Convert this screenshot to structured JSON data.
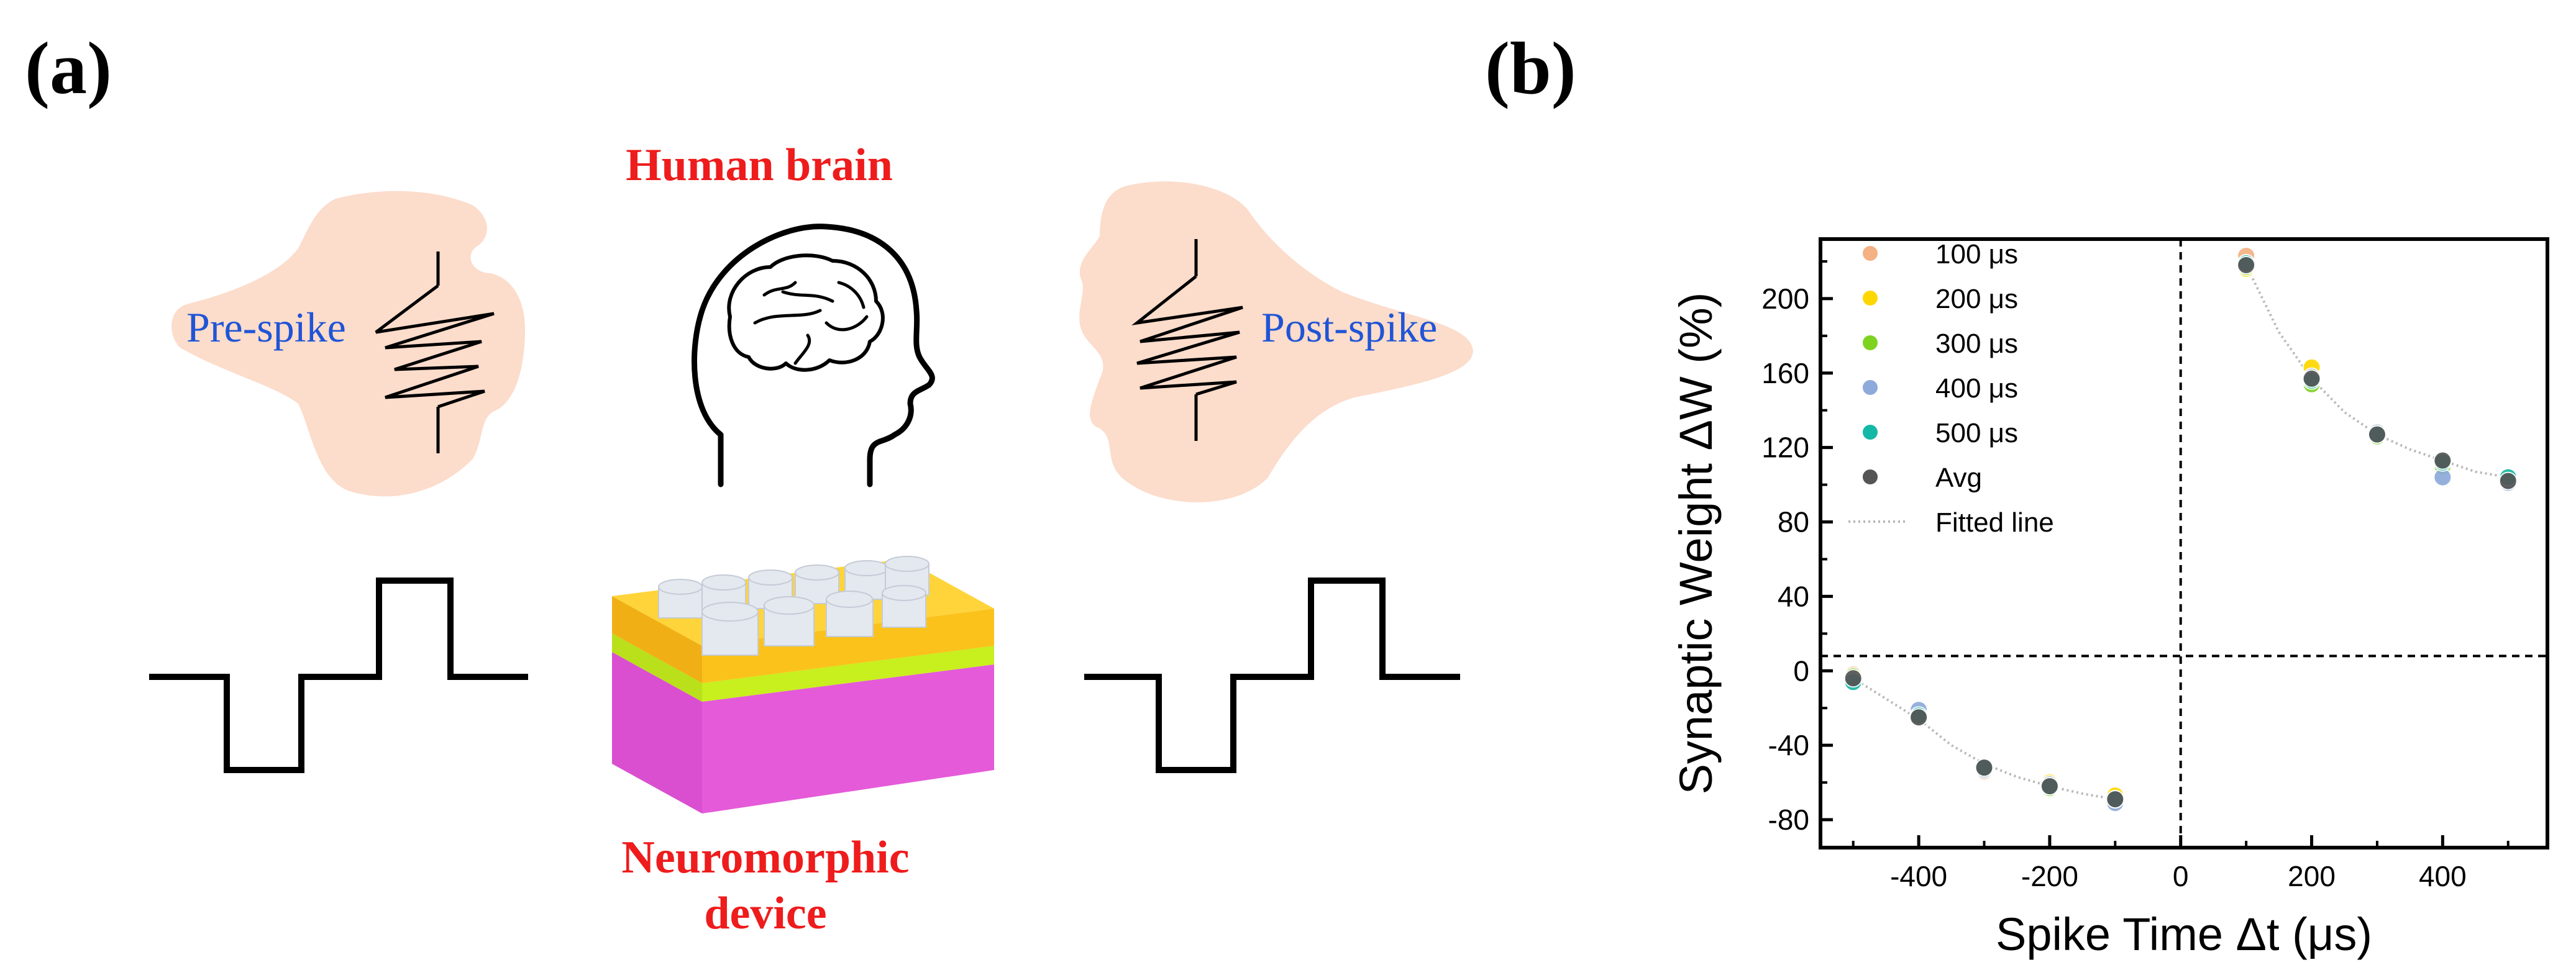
{
  "panel_a": {
    "label": "(a)",
    "human_brain": "Human brain",
    "pre_spike": "Pre-spike",
    "post_spike": "Post-spike",
    "device_line1": "Neuromorphic",
    "device_line2": "device"
  },
  "panel_b": {
    "label": "(b)"
  },
  "colors": {
    "neuron": "#fcdccb",
    "device_top": "#fbc21c",
    "device_mid": "#c8ef1e",
    "device_bottom": "#e55ad8",
    "electrode": "#e4e8ef",
    "caption_red": "#ee1c1c",
    "caption_blue": "#1f55d6"
  },
  "chart_data": {
    "type": "scatter",
    "xlabel": "Spike Time Δt (μs)",
    "ylabel": "Synaptic Weight ΔW (%)",
    "xlim": [
      -550,
      560
    ],
    "ylim": [
      -95,
      232
    ],
    "xticks": [
      -400,
      -200,
      0,
      200,
      400
    ],
    "yticks": [
      -80,
      -40,
      0,
      40,
      80,
      120,
      160,
      200
    ],
    "reference_lines": {
      "x": 0,
      "y": 8
    },
    "legend_placement": "top-left",
    "series": [
      {
        "name": "100 μs",
        "color": "#f4b183",
        "x": [
          -500,
          -400,
          -300,
          -200,
          -100,
          100,
          200,
          300,
          400,
          500
        ],
        "y": [
          -2,
          -24,
          -54,
          -62,
          -70,
          223,
          157,
          127,
          113,
          102
        ]
      },
      {
        "name": "200 μs",
        "color": "#ffd700",
        "x": [
          -500,
          -400,
          -300,
          -200,
          -100,
          100,
          200,
          300,
          400,
          500
        ],
        "y": [
          -4,
          -23,
          -52,
          -60,
          -67,
          216,
          163,
          128,
          112,
          103
        ]
      },
      {
        "name": "300 μs",
        "color": "#7ed321",
        "x": [
          -500,
          -400,
          -300,
          -200,
          -100,
          100,
          200,
          300,
          400,
          500
        ],
        "y": [
          -3,
          -25,
          -53,
          -63,
          -69,
          217,
          154,
          126,
          110,
          102
        ]
      },
      {
        "name": "400 μs",
        "color": "#8eaadb",
        "x": [
          -500,
          -400,
          -300,
          -200,
          -100,
          100,
          200,
          300,
          400,
          500
        ],
        "y": [
          -5,
          -21,
          -53,
          -61,
          -71,
          218,
          158,
          128,
          104,
          101
        ]
      },
      {
        "name": "500 μs",
        "color": "#14b8a6",
        "x": [
          -500,
          -400,
          -300,
          -200,
          -100,
          100,
          200,
          300,
          400,
          500
        ],
        "y": [
          -6,
          -24,
          -52,
          -62,
          -69,
          219,
          156,
          127,
          112,
          104
        ]
      },
      {
        "name": "Avg",
        "color": "#555555",
        "x": [
          -500,
          -400,
          -300,
          -200,
          -100,
          100,
          200,
          300,
          400,
          500
        ],
        "y": [
          -4,
          -25,
          -52,
          -62,
          -69,
          218,
          157,
          127,
          113,
          102
        ]
      }
    ],
    "fitted_line": {
      "name": "Fitted line",
      "color": "#b8b8b8",
      "x": [
        -500,
        -450,
        -400,
        -350,
        -300,
        -250,
        -200,
        -150,
        -100,
        100,
        150,
        200,
        250,
        300,
        350,
        400,
        450,
        500
      ],
      "y": [
        -4,
        -15,
        -26,
        -40,
        -50,
        -57,
        -62,
        -66,
        -69,
        218,
        182,
        157,
        139,
        127,
        119,
        113,
        107,
        104
      ]
    }
  }
}
